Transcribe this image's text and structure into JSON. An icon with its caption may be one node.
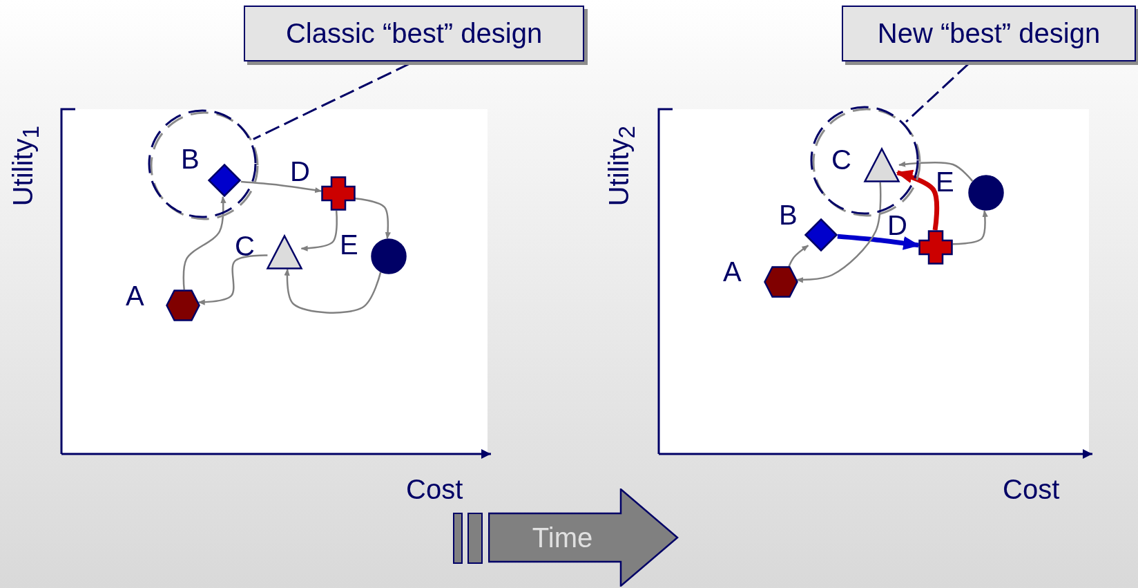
{
  "diagram": {
    "nodes": [
      {
        "text": [
          "Classic “best” design"
        ]
      },
      {
        "text": [],
        "shape": "circle"
      },
      {
        "text": [],
        "shape": "hexagon",
        "beside": [
          "A"
        ]
      },
      {
        "text": [],
        "shape": "diamond",
        "beside": [
          "B"
        ],
        "in": 1
      },
      {
        "text": [],
        "shape": "triangle",
        "beside": [
          "C"
        ]
      },
      {
        "text": [],
        "shape": "cross",
        "beside": [
          "D"
        ]
      },
      {
        "text": [],
        "shape": "circle",
        "beside": [
          "E"
        ]
      },
      {
        "text": [
          "New “best” design"
        ]
      },
      {
        "text": [],
        "shape": "circle"
      },
      {
        "text": [],
        "shape": "hexagon",
        "beside": [
          "A"
        ]
      },
      {
        "text": [],
        "shape": "diamond",
        "beside": [
          "B"
        ]
      },
      {
        "text": [],
        "shape": "triangle",
        "beside": [
          "C"
        ],
        "in": 8
      },
      {
        "text": [],
        "shape": "cross",
        "beside": [
          "D"
        ]
      },
      {
        "text": [],
        "shape": "circle",
        "beside": [
          "E"
        ]
      },
      {
        "text": [
          "Time"
        ]
      }
    ],
    "edges": [
      {
        "from": 0,
        "to": 1,
        "arrow": "none",
        "style": "dashed",
        "color": "#000066"
      },
      {
        "from": 2,
        "to": 3,
        "arrow": "to"
      },
      {
        "from": 3,
        "to": 5,
        "arrow": "to"
      },
      {
        "from": 5,
        "to": 6,
        "arrow": "to"
      },
      {
        "from": 5,
        "to": 4,
        "arrow": "to"
      },
      {
        "from": 6,
        "to": 4,
        "arrow": "to"
      },
      {
        "from": 4,
        "to": 2,
        "arrow": "to"
      },
      {
        "from": 7,
        "to": 8,
        "arrow": "none",
        "style": "dashed",
        "color": "#000066"
      },
      {
        "from": 9,
        "to": 10,
        "arrow": "to"
      },
      {
        "from": 10,
        "to": 12,
        "arrow": "to",
        "style": "thick",
        "color": "#0000cc"
      },
      {
        "from": 12,
        "to": 11,
        "arrow": "to",
        "style": "thick",
        "color": "#cc0000"
      },
      {
        "from": 12,
        "to": 13,
        "arrow": "to"
      },
      {
        "from": 13,
        "to": 11,
        "arrow": "to"
      },
      {
        "from": 11,
        "to": 9,
        "arrow": "to"
      }
    ],
    "labels": [
      "Utility$_{1}$",
      "Cost",
      "Utility$_{2}$",
      "Cost"
    ]
  }
}
